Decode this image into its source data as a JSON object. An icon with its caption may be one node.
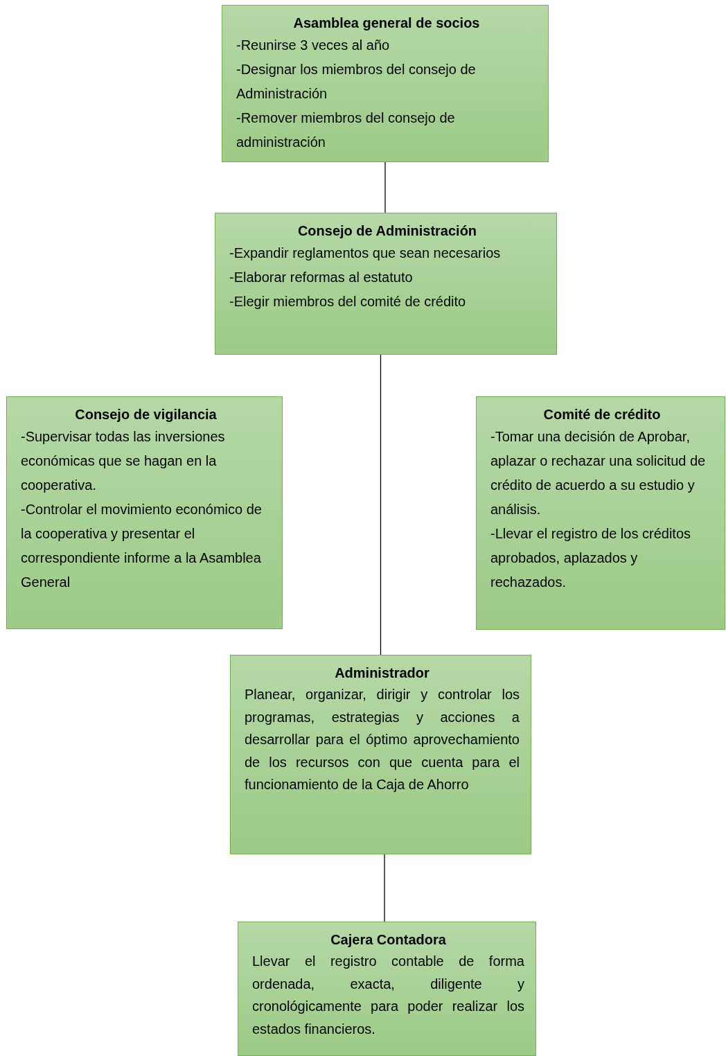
{
  "diagram": {
    "nodes": [
      {
        "text": [
          "Asamblea general de socios",
          "-Reunirse 3 veces al año",
          "-Designar los miembros del consejo de Administración",
          "-Remover miembros del consejo de administración"
        ]
      },
      {
        "text": [
          "Consejo de Administración",
          "-Expandir reglamentos que sean necesarios",
          "-Elaborar reformas al estatuto",
          "-Elegir miembros del comité de crédito"
        ]
      },
      {
        "text": [
          "Consejo de vigilancia",
          "-Supervisar todas las inversiones económicas que se hagan en la cooperativa.",
          "-Controlar el movimiento económico de la cooperativa y presentar el correspondiente informe a la Asamblea General"
        ]
      },
      {
        "text": [
          "Comité de crédito",
          "-Tomar una decisión de Aprobar, aplazar o rechazar una solicitud de crédito de acuerdo a su estudio y análisis.",
          "-Llevar el registro de los créditos aprobados, aplazados y rechazados."
        ]
      },
      {
        "text": [
          "Administrador",
          "Planear, organizar, dirigir y controlar los programas, estrategias y acciones a desarrollar para el óptimo aprovechamiento de los recursos con que cuenta para el funcionamiento de la Caja de Ahorro"
        ]
      },
      {
        "text": [
          "Cajera Contadora",
          "Llevar el registro contable de forma ordenada, exacta, diligente y cronológicamente para poder realizar los estados financieros."
        ]
      }
    ],
    "edges": [
      {
        "from": 0,
        "to": 1,
        "arrow": "none"
      },
      {
        "from": 1,
        "to": 4,
        "arrow": "none"
      },
      {
        "from": 4,
        "to": 5,
        "arrow": "none"
      }
    ]
  }
}
